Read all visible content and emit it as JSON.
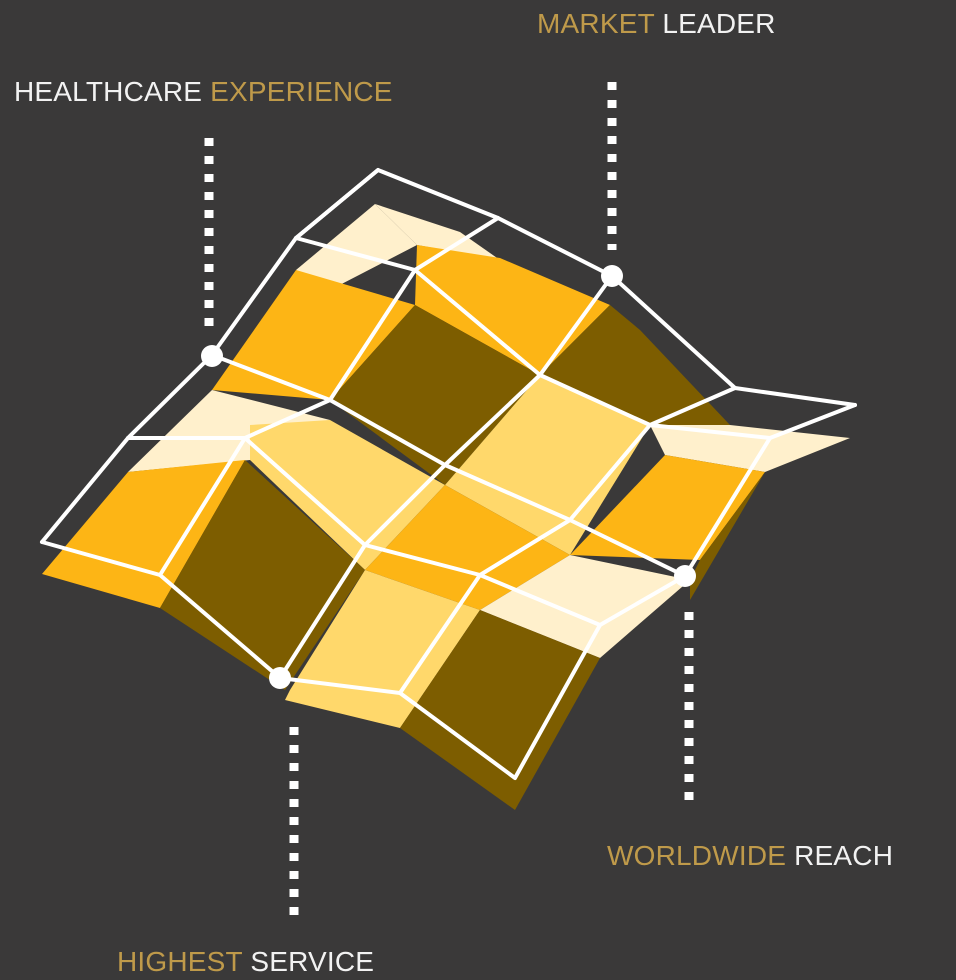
{
  "labels": {
    "market_leader": {
      "accent": "MARKET",
      "rest": " LEADER"
    },
    "healthcare_experience": {
      "rest": "HEALTHCARE ",
      "accent": "EXPERIENCE"
    },
    "worldwide_reach": {
      "accent": "WORLDWIDE",
      "rest": " REACH"
    },
    "highest_service": {
      "accent": "HIGHEST",
      "rest": " SERVICE"
    }
  },
  "colors": {
    "background": "#3a3939",
    "accent_text": "#bf9a4a",
    "white_text": "#f2f2f2",
    "orange": "#fdb515",
    "dark_gold": "#7d5d00",
    "light_gold": "#ffd86b",
    "cream": "#fff0cc",
    "wire": "#ffffff"
  }
}
